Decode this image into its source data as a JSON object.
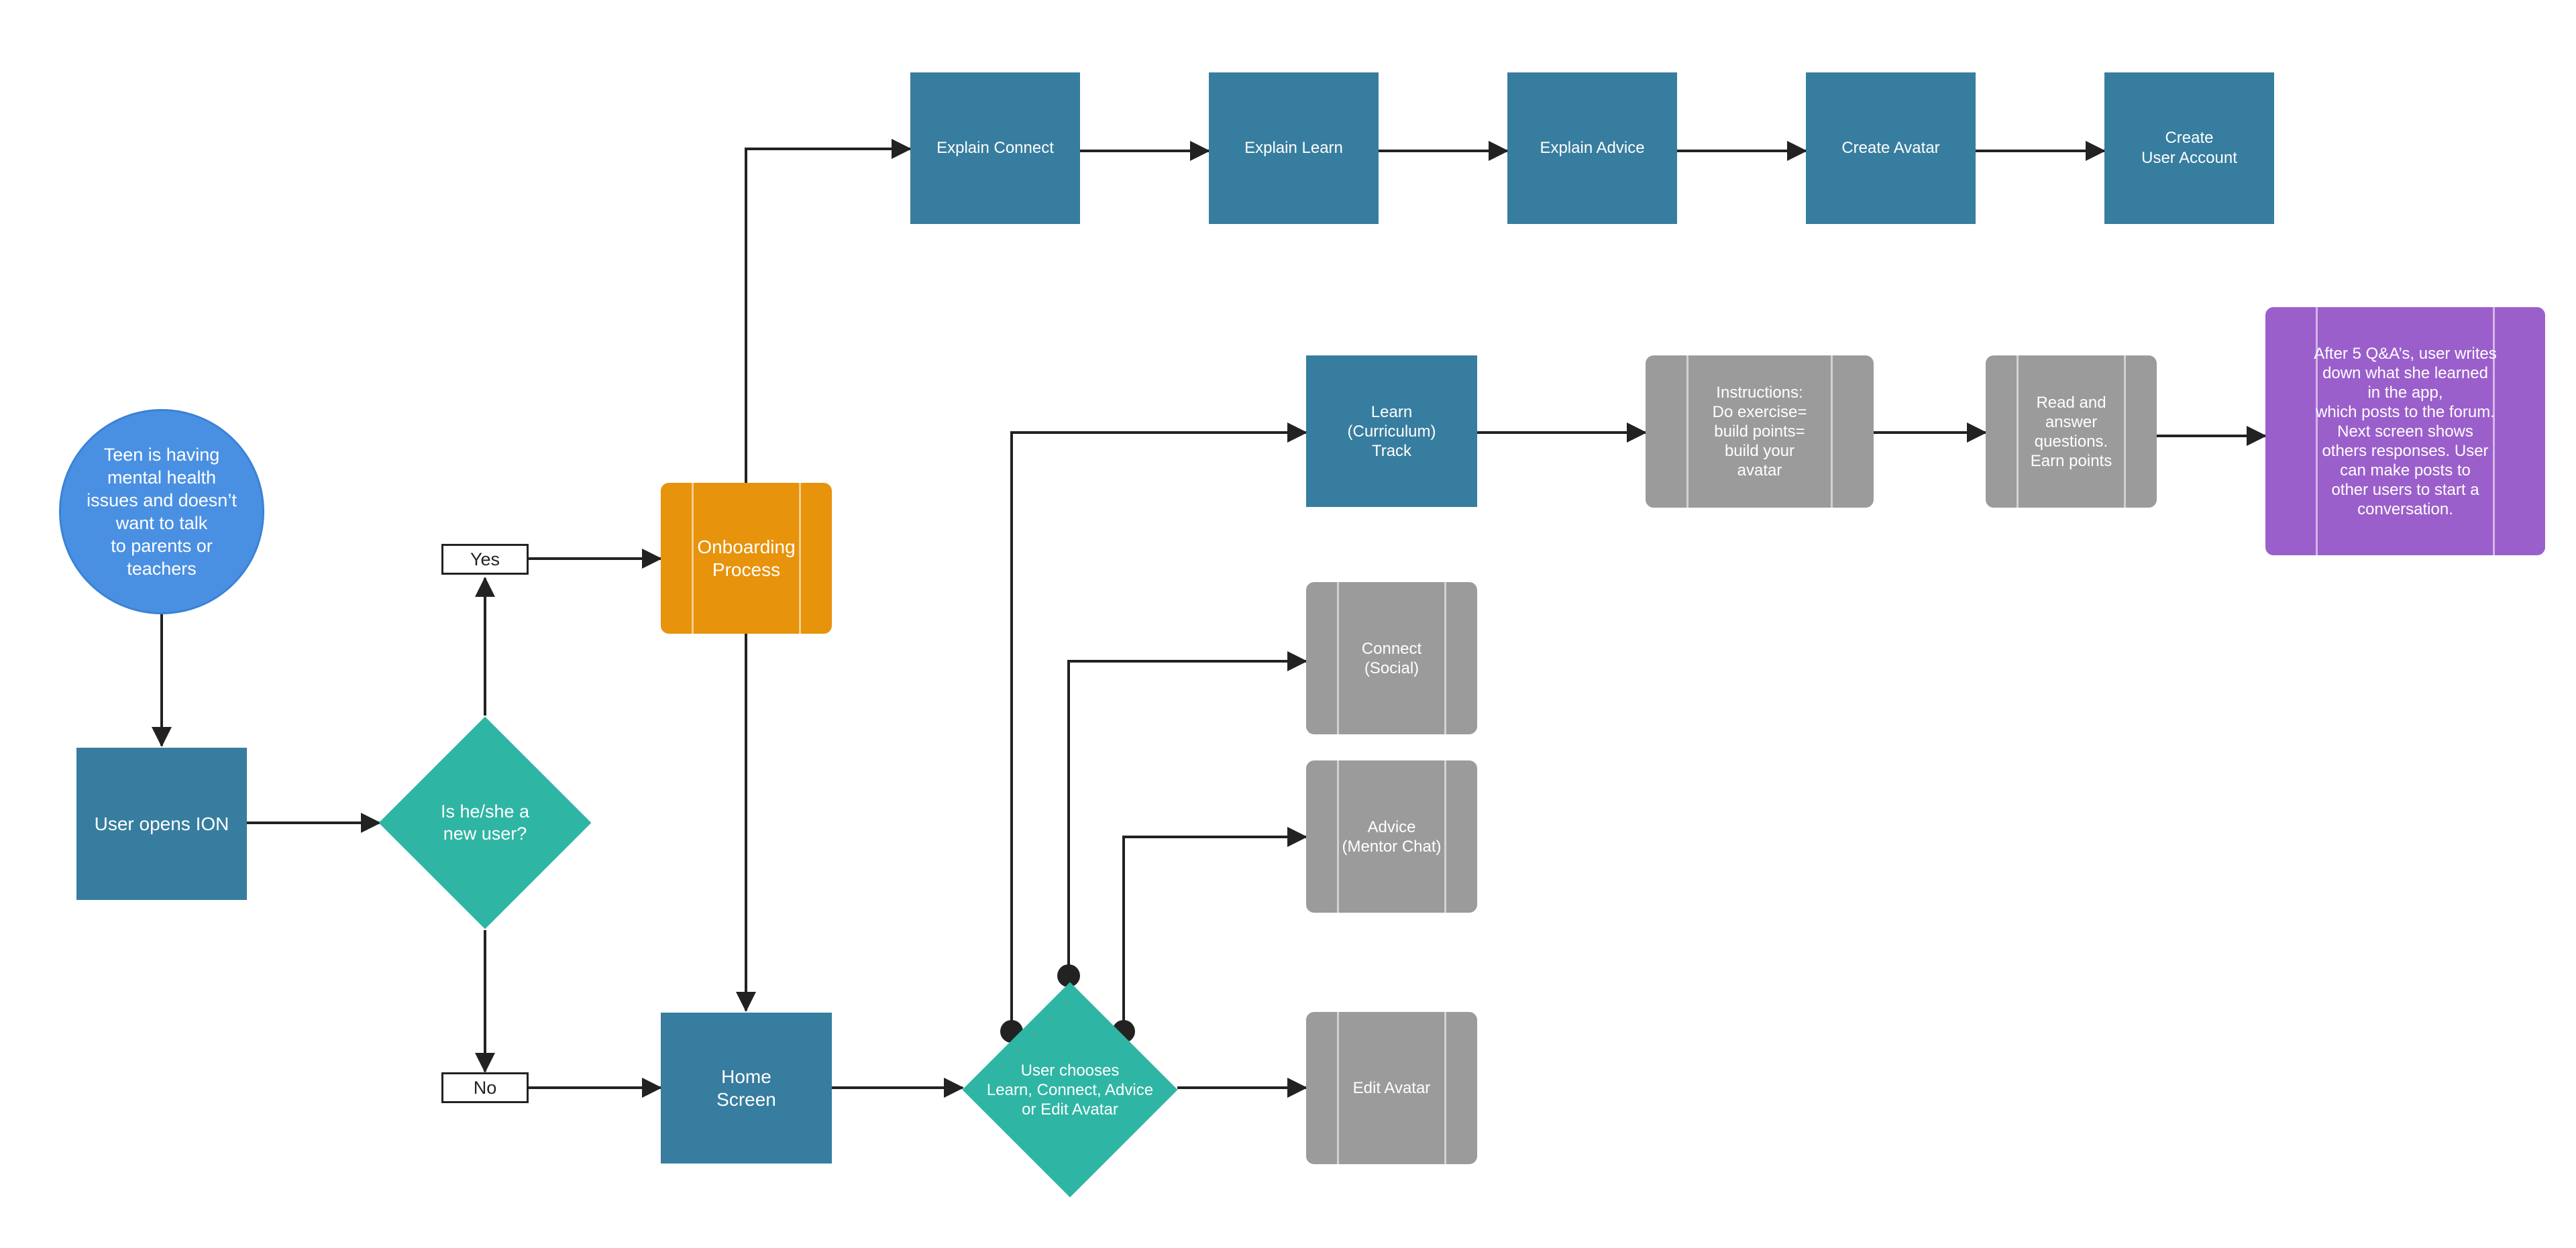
{
  "diagram": {
    "nodes": {
      "teen": "Teen is having\nmental health\nissues and doesn’t\nwant to talk\nto parents or\nteachers",
      "opens": "User opens ION",
      "new_user": "Is he/she a\nnew user?",
      "yes": "Yes",
      "no": "No",
      "onboarding": "Onboarding\nProcess",
      "home": "Home\nScreen",
      "chooses": "User chooses\nLearn, Connect, Advice\nor Edit Avatar",
      "explain_connect": "Explain Connect",
      "explain_learn": "Explain Learn",
      "explain_advice": "Explain Advice",
      "create_avatar": "Create Avatar",
      "create_account": "Create\nUser Account",
      "learn_track": "Learn\n(Curriculum)\nTrack",
      "instructions": "Instructions:\nDo exercise=\nbuild points=\nbuild your\navatar",
      "read_answer": "Read and\nanswer\nquestions.\nEarn points",
      "after_qa": "After 5 Q&A’s, user writes\ndown what she learned\nin the app,\nwhich posts to the forum.\nNext screen shows\nothers responses. User\ncan make posts to\nother users to start a\nconversation.",
      "connect": "Connect\n(Social)",
      "advice": "Advice\n(Mentor Chat)",
      "edit_avatar": "Edit Avatar"
    },
    "colors": {
      "process": "#377d9f",
      "decision": "#2fb5a4",
      "subprocess": "#9b9b9b",
      "onboarding": "#e8930c",
      "start": "#4a90e2",
      "final": "#9b5fcb",
      "connector": "#222222"
    }
  }
}
